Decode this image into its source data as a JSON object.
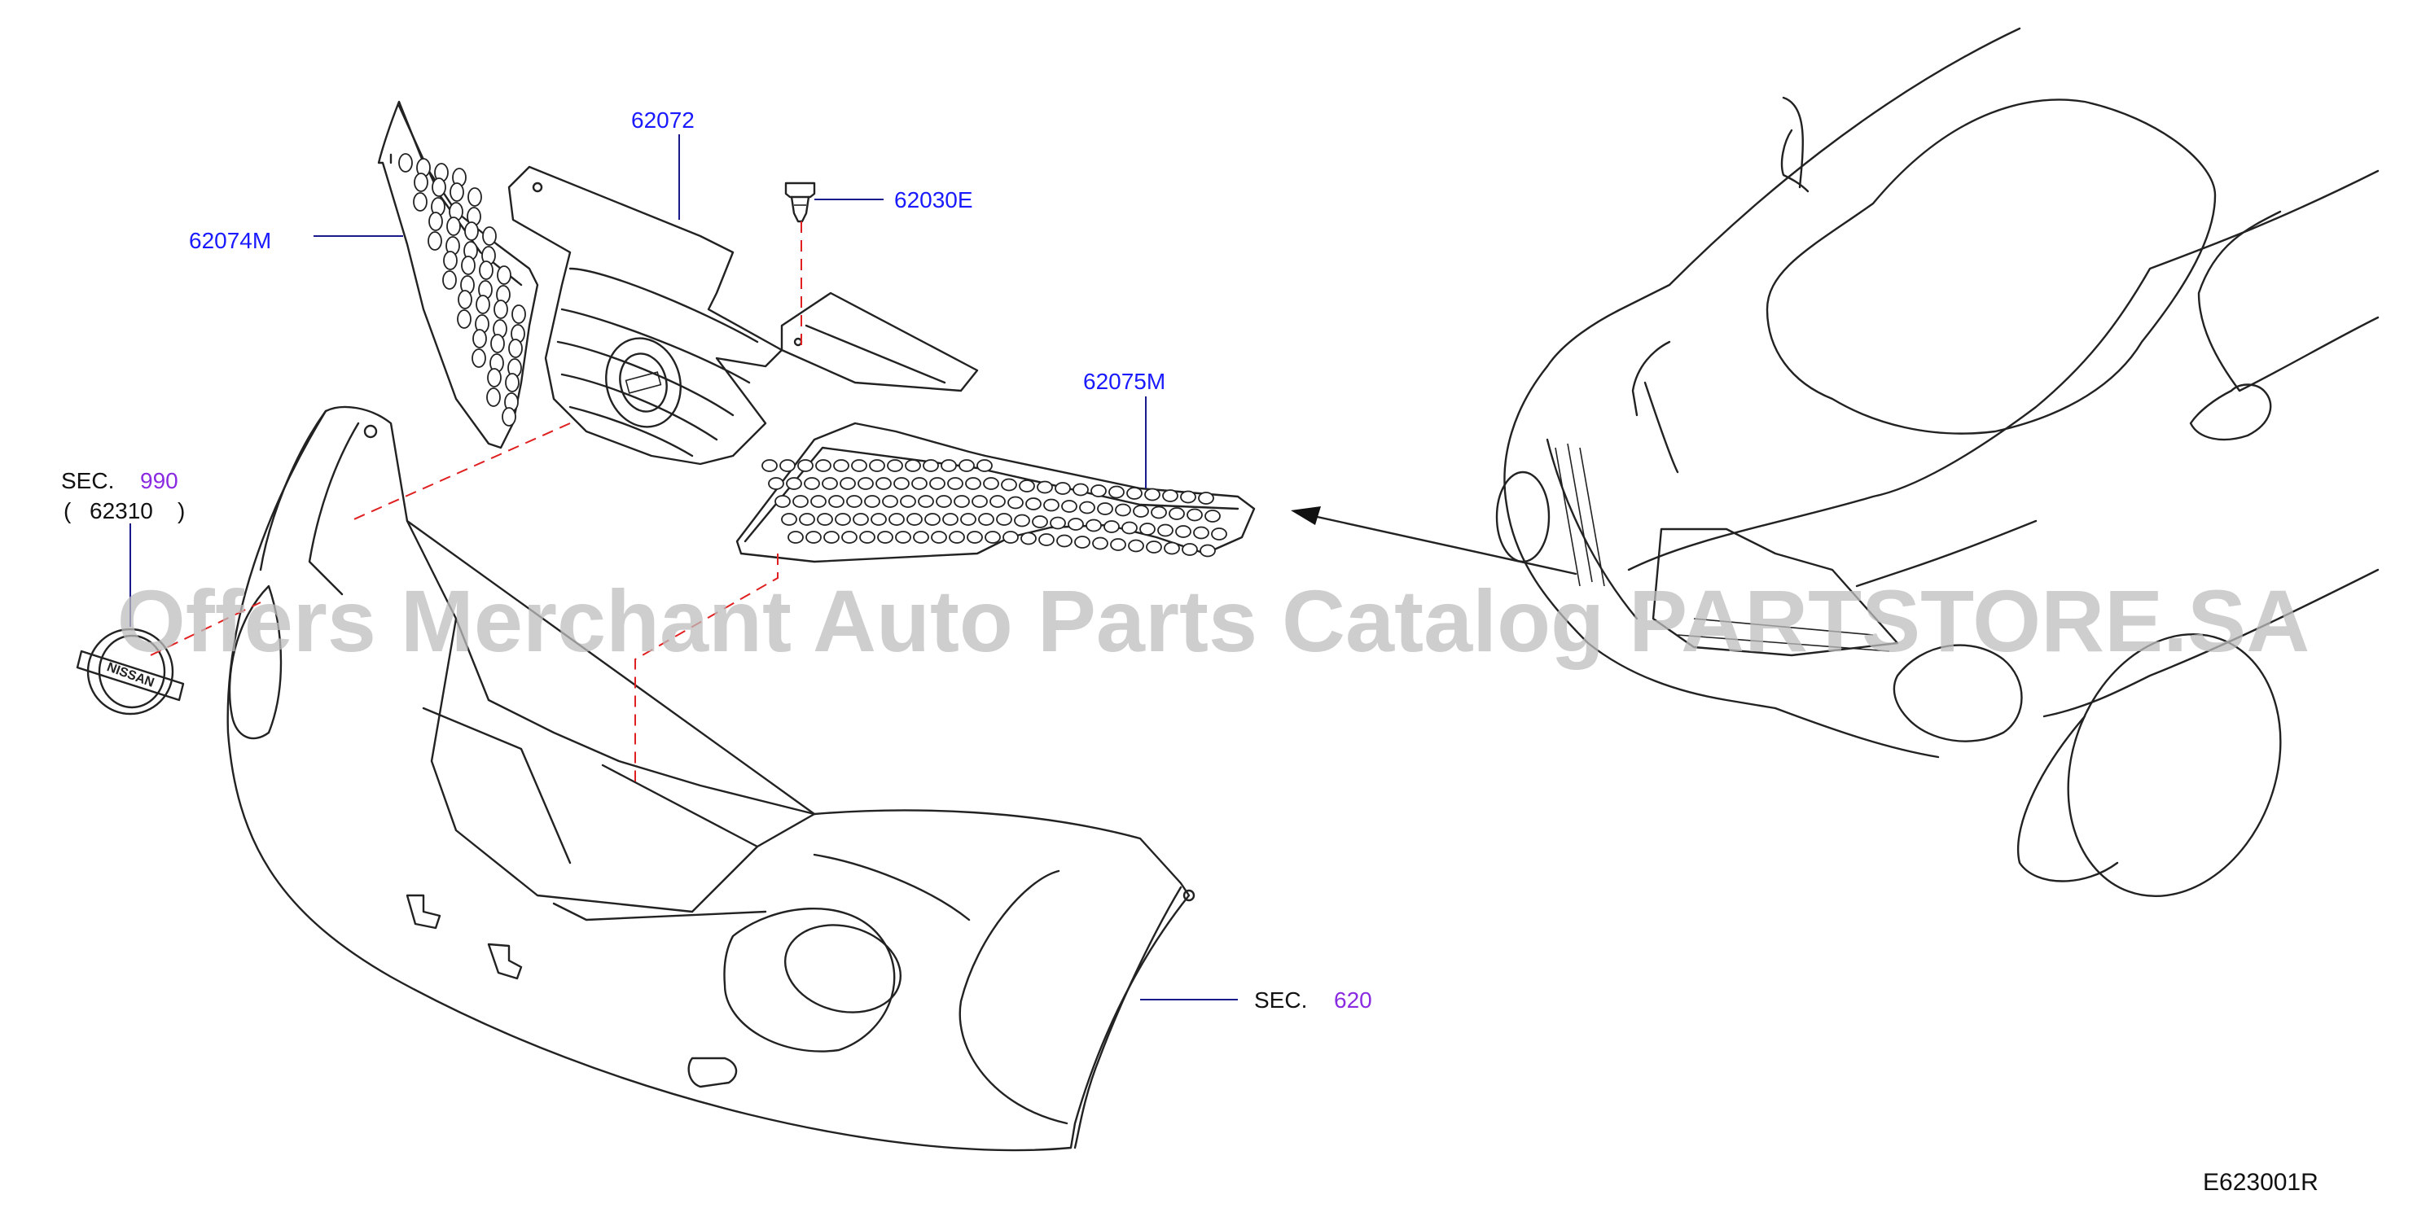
{
  "labels": {
    "grille_assembly": "62072",
    "clip": "62030E",
    "grille_insert_left": "62074M",
    "grille_insert_right": "62075M"
  },
  "refs": {
    "emblem_sec_label": "SEC.",
    "emblem_sec_number": "990",
    "emblem_open_paren": "(",
    "emblem_part_number": "62310",
    "emblem_close_paren": ")",
    "bumper_sec_label": "SEC.",
    "bumper_sec_number": "620"
  },
  "emblem_text": "NISSAN",
  "watermark": "Offers Merchant Auto Parts Catalog PARTSTORE.SA",
  "diagram_code": "E623001R",
  "colors": {
    "part_label": "#1a1aff",
    "section_number": "#8a2be2",
    "dashed_leader": "#e02020",
    "line_art": "#222222"
  }
}
